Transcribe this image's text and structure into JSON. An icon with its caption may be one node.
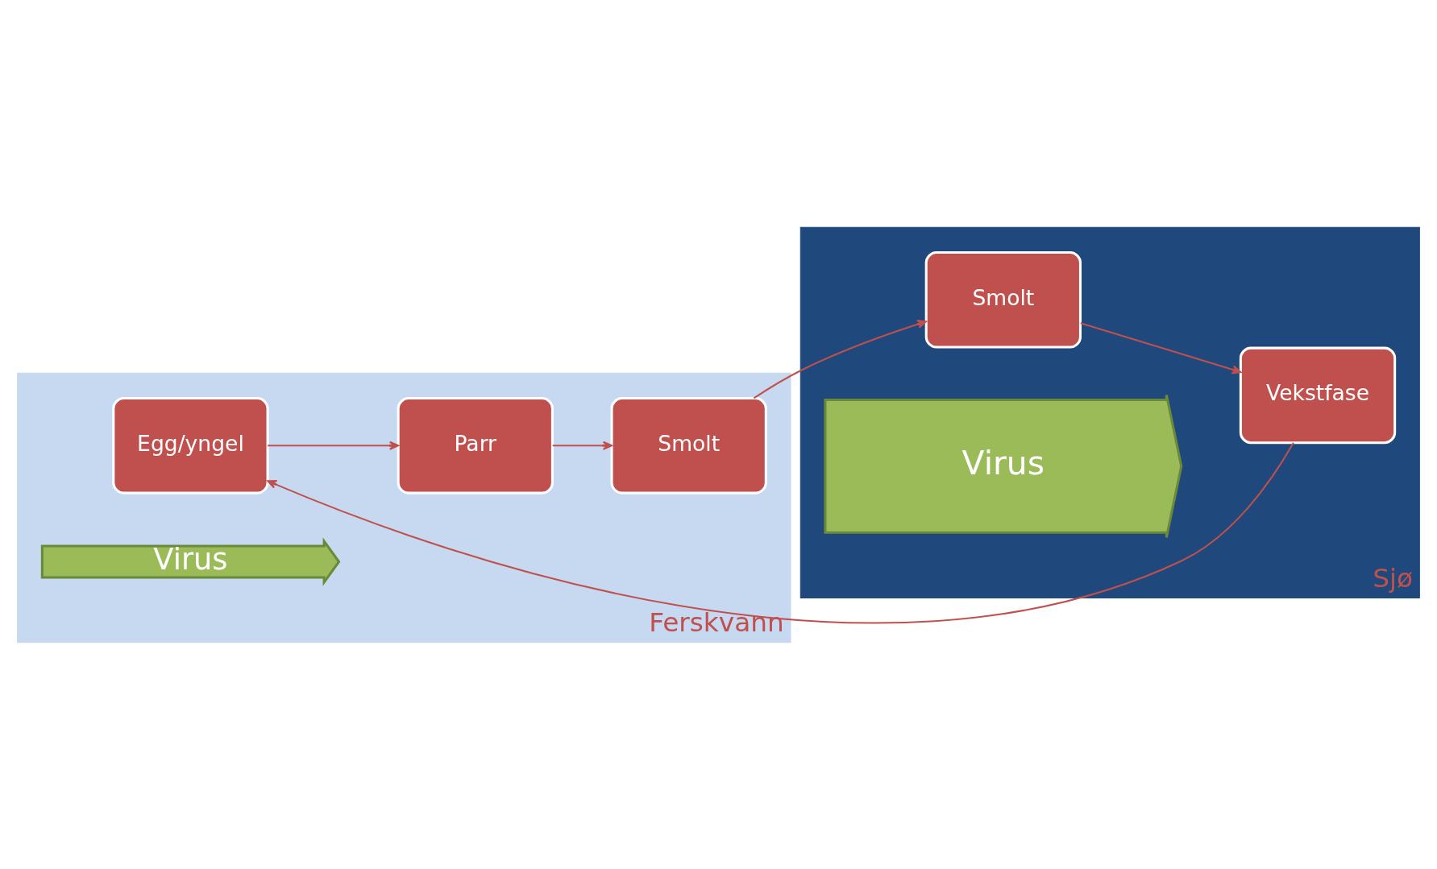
{
  "diagram": {
    "nodes": [
      {
        "text": [
          "Ferskvann"
        ]
      },
      {
        "text": [
          "Parr"
        ],
        "in": 0
      },
      {
        "text": [
          "Egg/yngel"
        ],
        "in": 0
      },
      {
        "text": [
          "Smolt"
        ],
        "in": 0
      },
      {
        "text": [
          "Virus"
        ],
        "in": 0
      },
      {
        "text": [
          "Sjø"
        ]
      },
      {
        "text": [
          "Smolt"
        ],
        "in": 5
      },
      {
        "text": [
          "Vekstfase"
        ],
        "in": 5
      },
      {
        "text": [
          "Virus"
        ],
        "in": 5
      }
    ],
    "edges": [
      {
        "from": 2,
        "to": 1,
        "arrow": "to"
      },
      {
        "from": 1,
        "to": 3,
        "arrow": "to"
      },
      {
        "from": 3,
        "to": 6,
        "arrow": "to"
      },
      {
        "from": 6,
        "to": 7,
        "arrow": "to"
      },
      {
        "from": 7,
        "to": 2,
        "arrow": "to"
      }
    ]
  }
}
